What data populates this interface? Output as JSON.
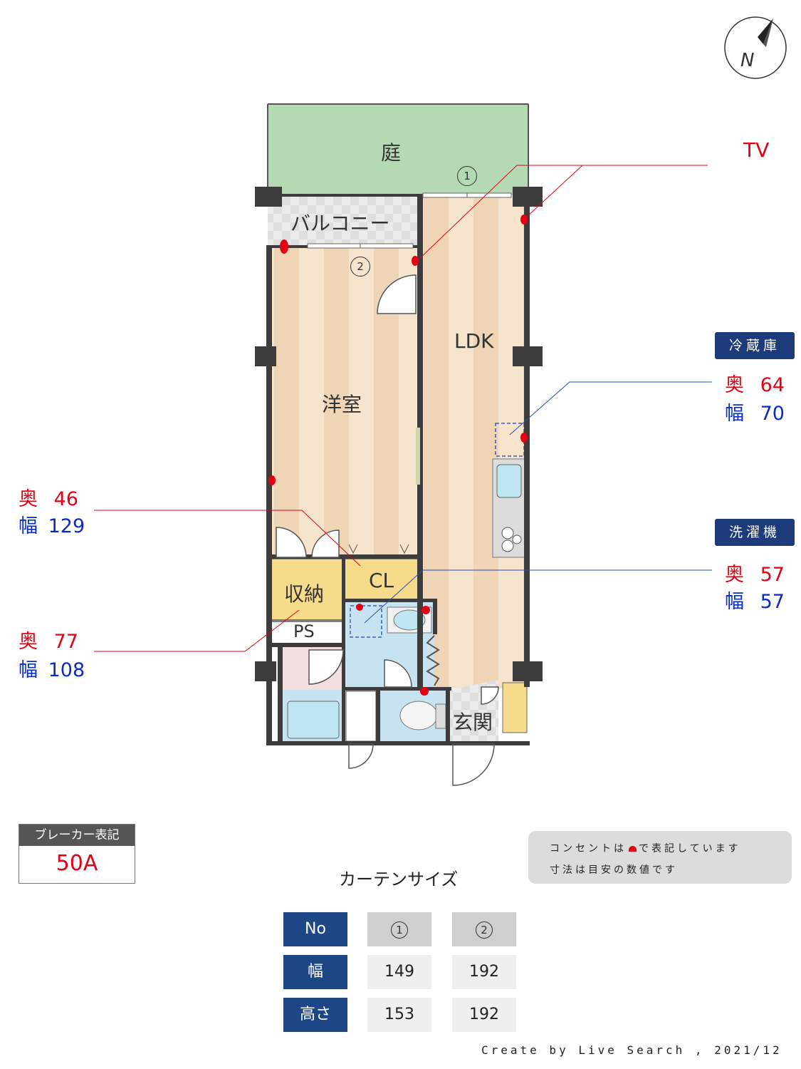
{
  "compass": {
    "label": "N"
  },
  "rooms": {
    "garden": "庭",
    "balcony": "バルコニー",
    "western_room": "洋室",
    "ldk": "LDK",
    "storage": "収納",
    "closet": "CL",
    "ps": "PS",
    "entrance": "玄関"
  },
  "window_markers": {
    "w1": "1",
    "w2": "2"
  },
  "tv_label": "TV",
  "fridge": {
    "title": "冷蔵庫",
    "depth_label": "奥",
    "depth": "64",
    "width_label": "幅",
    "width": "70"
  },
  "washer": {
    "title": "洗濯機",
    "depth_label": "奥",
    "depth": "57",
    "width_label": "幅",
    "width": "57"
  },
  "closet_dims": {
    "depth_label": "奥",
    "depth": "46",
    "width_label": "幅",
    "width": "129"
  },
  "storage_dims": {
    "depth_label": "奥",
    "depth": "77",
    "width_label": "幅",
    "width": "108"
  },
  "breaker": {
    "title": "ブレーカー表記",
    "value": "50A"
  },
  "notes": {
    "line1_before": "コンセントは",
    "line1_after": "で表記しています",
    "line2": "寸法は目安の数値です"
  },
  "curtain": {
    "title": "カーテンサイズ",
    "headers": [
      "No",
      "幅",
      "高さ"
    ],
    "columns": [
      {
        "no": "1",
        "width": "149",
        "height": "153"
      },
      {
        "no": "2",
        "width": "192",
        "height": "192"
      }
    ]
  },
  "footer": "Create by Live Search , 2021/12",
  "colors": {
    "outlet": "#e60012",
    "badge": "#1d3a7a",
    "garden": "#b5d9b3",
    "floor": "#f3dcc0"
  }
}
